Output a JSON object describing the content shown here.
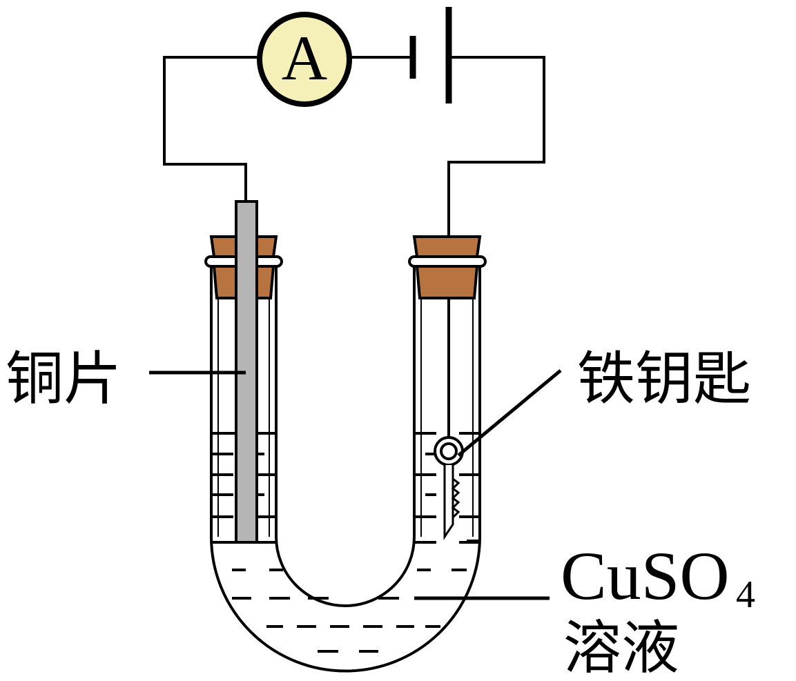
{
  "ammeter": {
    "symbol": "A",
    "fill": "#f5efb8"
  },
  "labels": {
    "copper_sheet": "铜片",
    "iron_key": "铁钥匙",
    "solution_formula": "CuSO",
    "solution_subscript": "4",
    "solution_word": "溶液"
  },
  "colors": {
    "stopper": "#b87440",
    "copper_plate": "#b5b5b5",
    "wire": "#000000"
  }
}
